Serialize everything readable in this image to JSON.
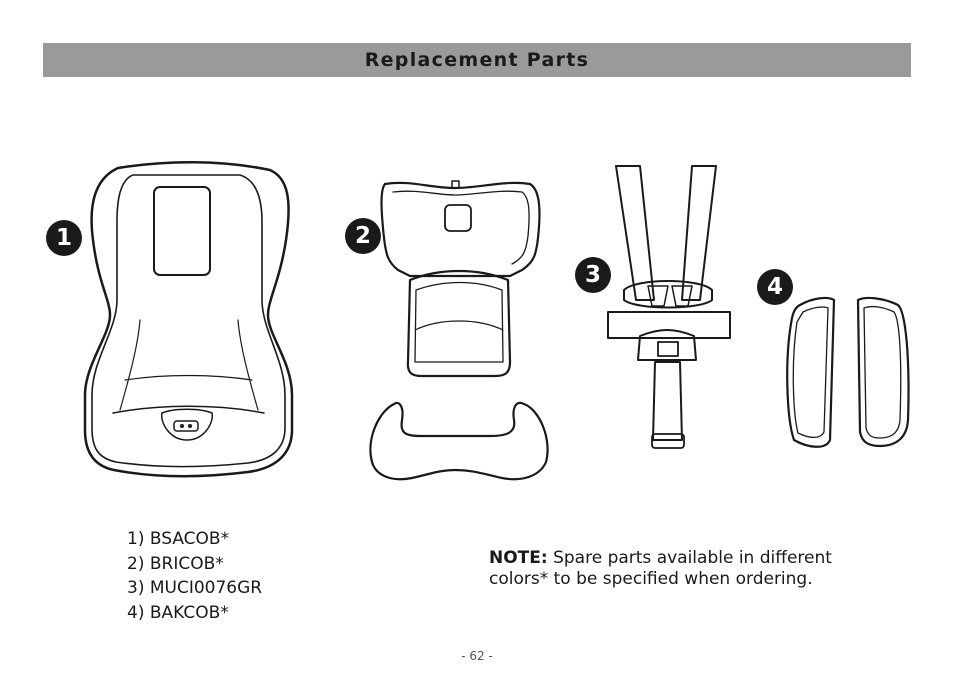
{
  "header": {
    "title": "Replacement Parts"
  },
  "badges": [
    "1",
    "2",
    "3",
    "4"
  ],
  "illustrations": {
    "part1": "seat-cover-icon",
    "part2": "head-support-and-insert-icon",
    "part3": "harness-straps-icon",
    "part4": "shoulder-pads-icon"
  },
  "parts_list": [
    "1) BSACOB*",
    "2) BRICOB*",
    "3) MUCI0076GR",
    "4) BAKCOB*"
  ],
  "note": {
    "label": "NOTE:",
    "text": " Spare parts available in different colors* to be specified when ordering."
  },
  "footer": {
    "page_number": "- 62 -"
  }
}
